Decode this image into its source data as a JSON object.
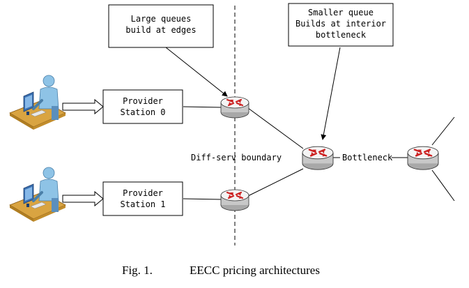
{
  "boxes": {
    "large_queues": [
      "Large queues",
      "build at edges"
    ],
    "smaller_queue": [
      "Smaller queue",
      "Builds at interior",
      "bottleneck"
    ],
    "provider0": [
      "Provider",
      "Station 0"
    ],
    "provider1": [
      "Provider",
      "Station 1"
    ]
  },
  "labels": {
    "boundary": "Diff-serv boundary",
    "bottleneck": "Bottleneck"
  },
  "caption": {
    "number": "Fig. 1.",
    "text": "EECC pricing architectures"
  },
  "colors": {
    "router_body": "#c8c8c8",
    "router_top": "#f4f4f4",
    "router_arrow": "#cc2222",
    "desk": "#d9a441",
    "person": "#8ec3e6",
    "monitor": "#3a6fb0"
  }
}
